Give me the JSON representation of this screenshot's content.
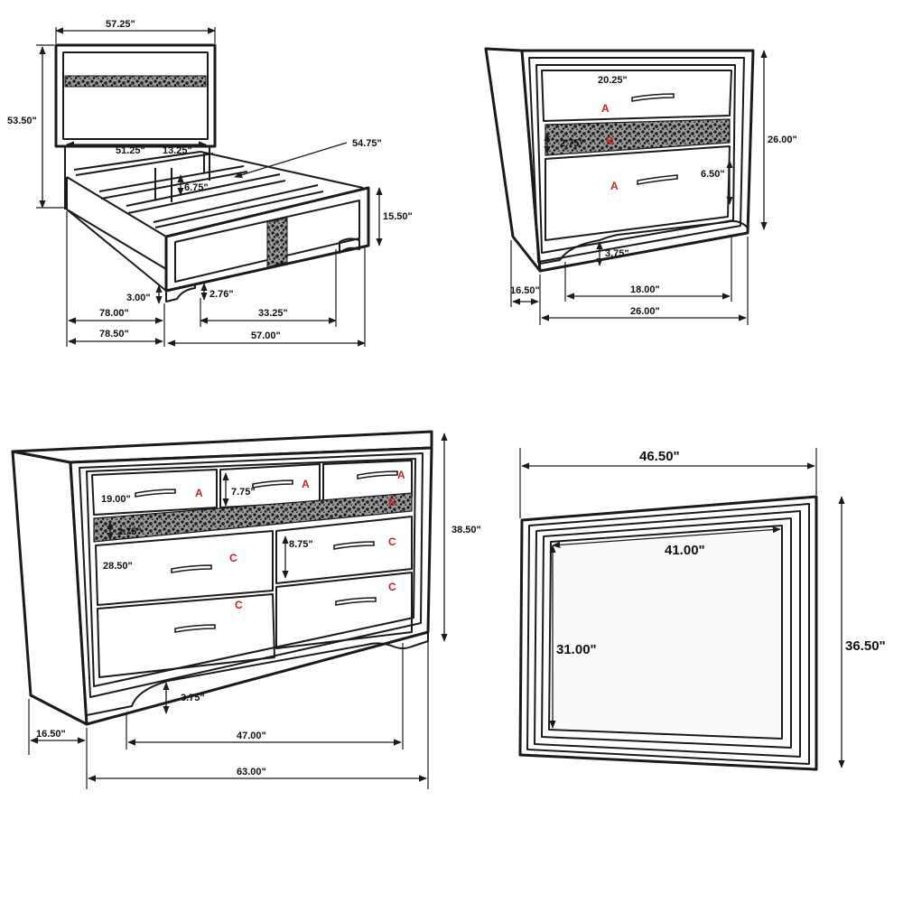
{
  "colors": {
    "line": "#1a1a1a",
    "code_letters": "#cc2222",
    "background": "#ffffff"
  },
  "bed": {
    "headboard_width": "57.25\"",
    "headboard_height": "53.50\"",
    "inner_width": "51.25\"",
    "panel_height": "13.25\"",
    "diagonal": "54.75\"",
    "rail_clearance": "6.75\"",
    "footboard_height": "15.50\"",
    "floor_clearance_a": "3.00\"",
    "floor_clearance_b": "2.76\"",
    "inner_length": "78.00\"",
    "outer_length": "78.50\"",
    "foot_inner": "33.25\"",
    "foot_outer": "57.00\""
  },
  "nightstand": {
    "drawer_width": "20.25\"",
    "height": "26.00\"",
    "sparkle_height": "2.75\"",
    "drawer_height": "6.50\"",
    "floor_clearance": "3.75\"",
    "depth": "16.50\"",
    "base_width": "18.00\"",
    "width": "26.00\"",
    "label_a1": "A",
    "label_b": "B",
    "label_a2": "A"
  },
  "dresser": {
    "top_drawer_width": "19.00\"",
    "top_drawer_height": "7.75\"",
    "sparkle_height": "2.75\"",
    "drawer_width": "28.50\"",
    "drawer_height": "8.75\"",
    "height": "38.50\"",
    "floor_clearance": "3.75\"",
    "depth": "16.50\"",
    "base_width": "47.00\"",
    "width": "63.00\"",
    "label_a1": "A",
    "label_a2": "A",
    "label_a3": "A",
    "label_b": "B",
    "label_c1": "C",
    "label_c2": "C",
    "label_c3": "C",
    "label_c4": "C"
  },
  "mirror": {
    "width": "46.50\"",
    "glass_width": "41.00\"",
    "glass_height": "31.00\"",
    "height": "36.50\""
  }
}
